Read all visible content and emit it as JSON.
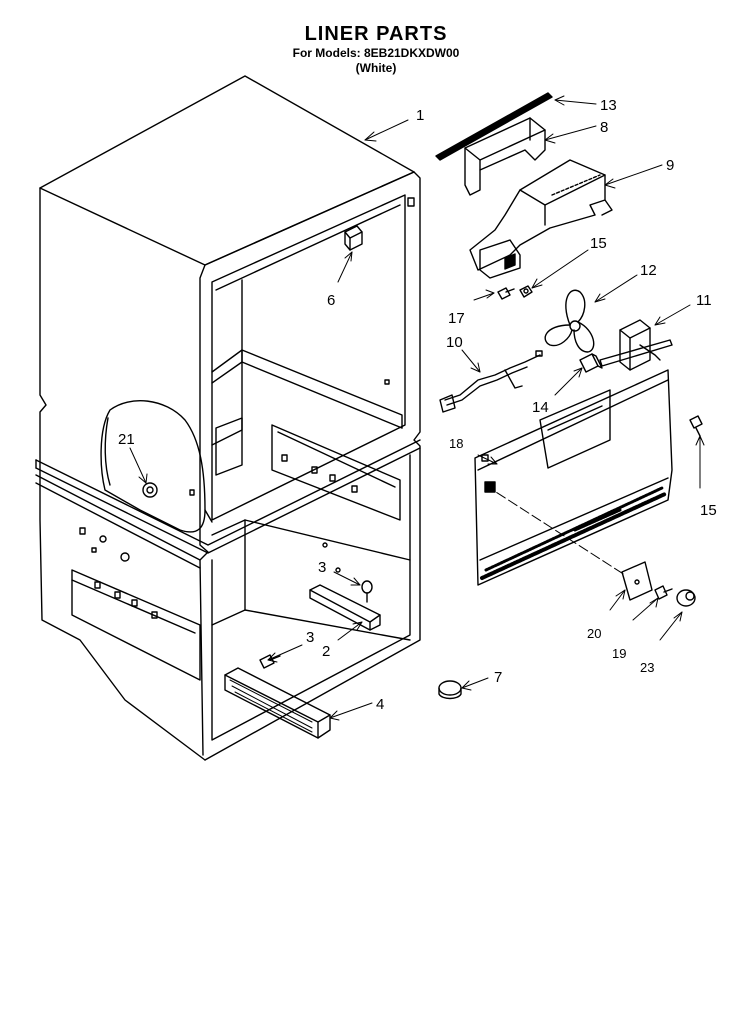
{
  "header": {
    "title": "LINER PARTS",
    "models": "For Models: 8EB21DKXDW00",
    "color": "(White)"
  },
  "callouts": {
    "p1": "1",
    "p2": "2",
    "p3a": "3",
    "p3b": "3",
    "p4": "4",
    "p6": "6",
    "p7": "7",
    "p8": "8",
    "p9": "9",
    "p10": "10",
    "p11": "11",
    "p12": "12",
    "p13": "13",
    "p14": "14",
    "p15a": "15",
    "p15b": "15",
    "p17": "17",
    "p18": "18",
    "p19": "19",
    "p20": "20",
    "p21": "21",
    "p23": "23"
  },
  "colors": {
    "line": "#000000",
    "background": "#ffffff"
  }
}
